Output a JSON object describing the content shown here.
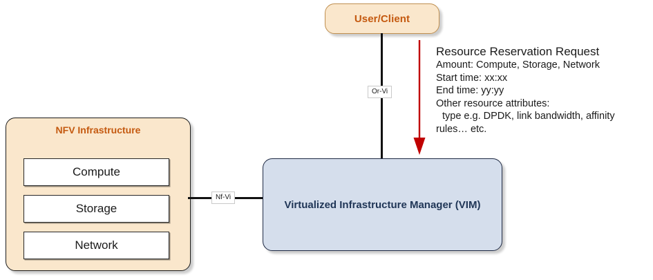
{
  "diagram": {
    "user_client": {
      "label": "User/Client"
    },
    "nfvi": {
      "title": "NFV Infrastructure",
      "items": [
        {
          "label": "Compute"
        },
        {
          "label": "Storage"
        },
        {
          "label": "Network"
        }
      ]
    },
    "vim": {
      "label": "Virtualized Infrastructure Manager (VIM)"
    },
    "connectors": [
      {
        "name": "or-vi",
        "label": "Or-Vi"
      },
      {
        "name": "nf-vi",
        "label": "Nf-Vi"
      }
    ],
    "annotation": {
      "title": "Resource Reservation Request",
      "lines": [
        "Amount: Compute, Storage, Network",
        "Start time: xx:xx",
        "End time: yy:yy",
        "Other resource attributes:",
        "type e.g. DPDK, link bandwidth, affinity",
        "rules… etc."
      ]
    },
    "colors": {
      "box_fill_cream": "#FAE7CC",
      "box_border_tan": "#BF8F4F",
      "title_orange": "#C4590F",
      "vim_fill_blue": "#D5DEEC",
      "vim_border": "#1F2A44",
      "vim_text": "#1F3556",
      "arrow_red": "#C00000",
      "line_black": "#111111"
    }
  }
}
